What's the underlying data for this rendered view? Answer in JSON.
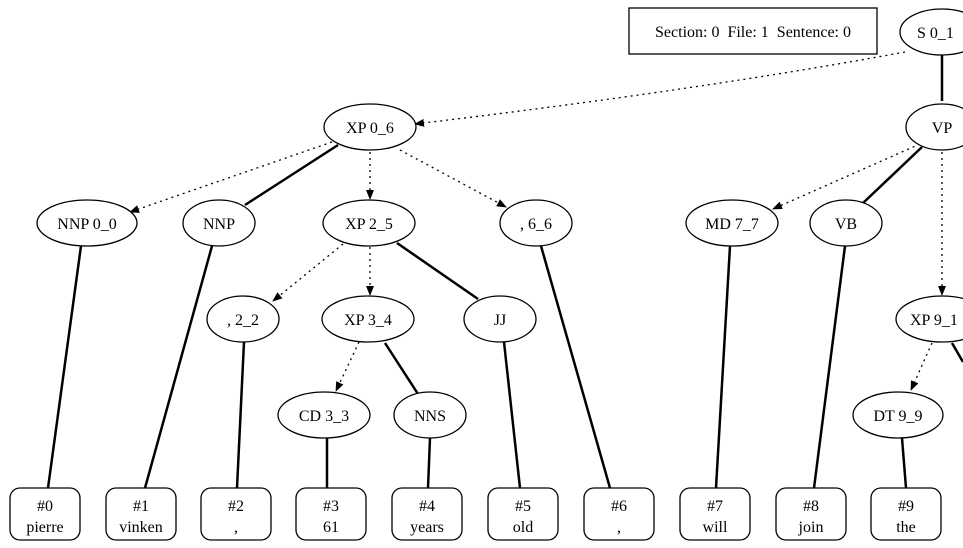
{
  "header": {
    "info": "Section: 0  File: 1  Sentence: 0"
  },
  "nodes": {
    "s": "S 0_1",
    "xp06": "XP 0_6",
    "vp": "VP",
    "nnp00": "NNP 0_0",
    "nnp": "NNP",
    "xp25": "XP 2_5",
    "comma66": ", 6_6",
    "md77": "MD 7_7",
    "vb": "VB",
    "comma22": ", 2_2",
    "xp34": "XP 3_4",
    "jj": "JJ",
    "xp91": "XP 9_1",
    "cd33": "CD 3_3",
    "nns": "NNS",
    "dt99": "DT 9_9"
  },
  "tokens": [
    {
      "index": "#0",
      "word": "pierre"
    },
    {
      "index": "#1",
      "word": "vinken"
    },
    {
      "index": "#2",
      "word": ","
    },
    {
      "index": "#3",
      "word": "61"
    },
    {
      "index": "#4",
      "word": "years"
    },
    {
      "index": "#5",
      "word": "old"
    },
    {
      "index": "#6",
      "word": ","
    },
    {
      "index": "#7",
      "word": "will"
    },
    {
      "index": "#8",
      "word": "join"
    },
    {
      "index": "#9",
      "word": "the"
    }
  ]
}
